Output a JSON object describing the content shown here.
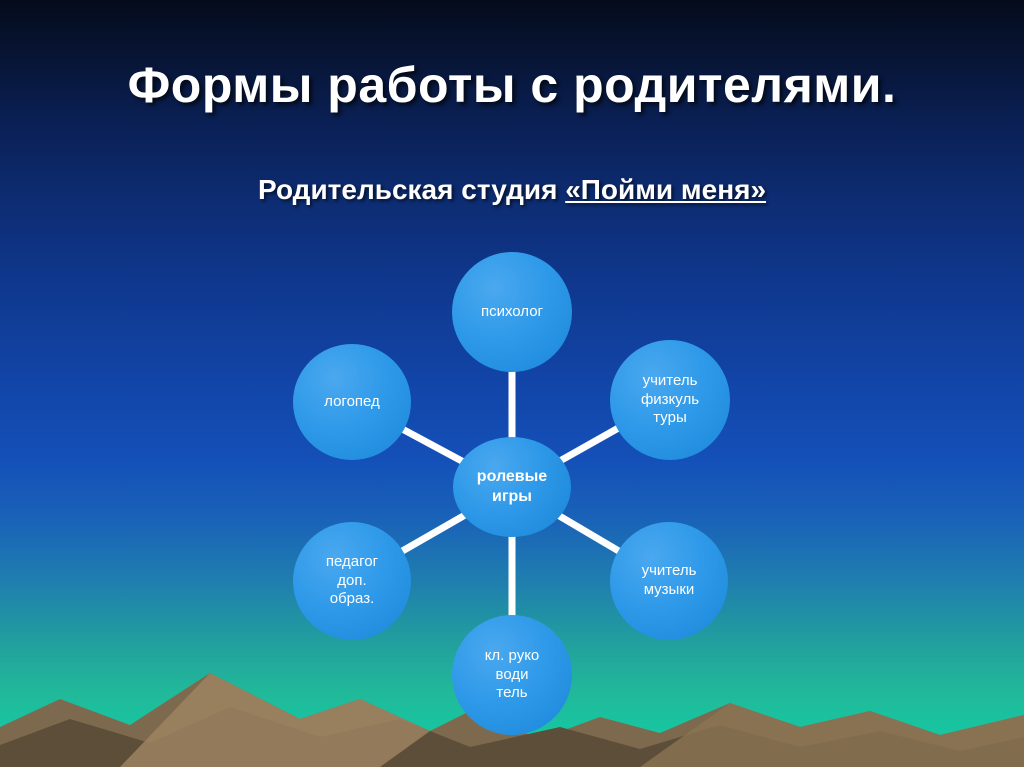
{
  "slide": {
    "title": "Формы работы с родителями.",
    "subtitle_prefix": "Родительская студия ",
    "subtitle_quoted": "«Пойми меня»"
  },
  "diagram": {
    "type": "hub-and-spoke",
    "center": {
      "id": "center",
      "label_line1": "ролевые",
      "label_line2": "игры"
    },
    "nodes": [
      {
        "id": "psycholog",
        "label_line1": "психолог",
        "label_line2": "",
        "label_line3": ""
      },
      {
        "id": "uchitel-fizkultury",
        "label_line1": "учитель",
        "label_line2": "физкуль",
        "label_line3": "туры"
      },
      {
        "id": "uchitel-muzyki",
        "label_line1": "учитель",
        "label_line2": "музыки",
        "label_line3": ""
      },
      {
        "id": "klassnyy-rukovoditel",
        "label_line1": "кл. руко",
        "label_line2": "води",
        "label_line3": "тель"
      },
      {
        "id": "pedagog-dop-obraz",
        "label_line1": "педагог",
        "label_line2": "доп.",
        "label_line3": "образ."
      },
      {
        "id": "logoped",
        "label_line1": "логопед",
        "label_line2": "",
        "label_line3": ""
      }
    ]
  },
  "colors": {
    "node_fill": "#2f9ae9",
    "connector": "#ffffff",
    "text": "#ffffff",
    "background_top": "#050b1c",
    "background_bottom": "#0fd3a8",
    "mountain_dark": "#6b5a44",
    "mountain_light": "#9c8260"
  }
}
